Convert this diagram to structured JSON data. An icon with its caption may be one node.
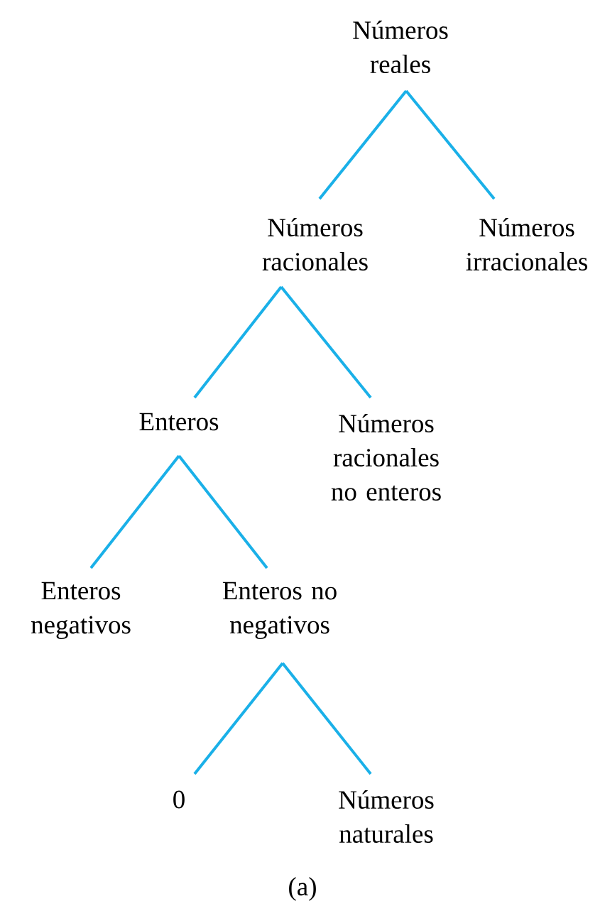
{
  "diagram": {
    "caption": "(a)",
    "nodes": [
      {
        "text": [
          "Números reales"
        ]
      },
      {
        "text": [
          "Números racionales"
        ]
      },
      {
        "text": [
          "Números irracionales"
        ]
      },
      {
        "text": [
          "Enteros"
        ]
      },
      {
        "text": [
          "Números racionales no enteros"
        ]
      },
      {
        "text": [
          "Enteros negativos"
        ]
      },
      {
        "text": [
          "Enteros no negativos"
        ]
      },
      {
        "text": [
          "0"
        ]
      },
      {
        "text": [
          "Números naturales"
        ]
      }
    ],
    "edges": [
      {
        "from": 0,
        "to": 1,
        "arrow": "none"
      },
      {
        "from": 0,
        "to": 2,
        "arrow": "none"
      },
      {
        "from": 1,
        "to": 3,
        "arrow": "none"
      },
      {
        "from": 1,
        "to": 4,
        "arrow": "none"
      },
      {
        "from": 3,
        "to": 5,
        "arrow": "none"
      },
      {
        "from": 3,
        "to": 6,
        "arrow": "none"
      },
      {
        "from": 6,
        "to": 7,
        "arrow": "none"
      },
      {
        "from": 6,
        "to": 8,
        "arrow": "none"
      }
    ]
  }
}
